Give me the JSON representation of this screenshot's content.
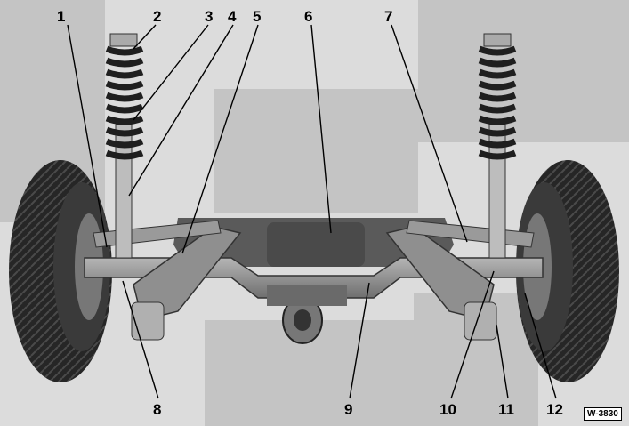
{
  "figure": {
    "code": "W-3830",
    "callouts": [
      {
        "num": "1"
      },
      {
        "num": "2"
      },
      {
        "num": "3"
      },
      {
        "num": "4"
      },
      {
        "num": "5"
      },
      {
        "num": "6"
      },
      {
        "num": "7"
      },
      {
        "num": "8"
      },
      {
        "num": "9"
      },
      {
        "num": "10"
      },
      {
        "num": "11"
      },
      {
        "num": "12"
      }
    ]
  },
  "colors": {
    "background_page": "#d9d9d9",
    "tire": "#1e1e1e",
    "metal": "#8c8c8c",
    "spring": "#2a2a2a",
    "leader": "#000000"
  }
}
